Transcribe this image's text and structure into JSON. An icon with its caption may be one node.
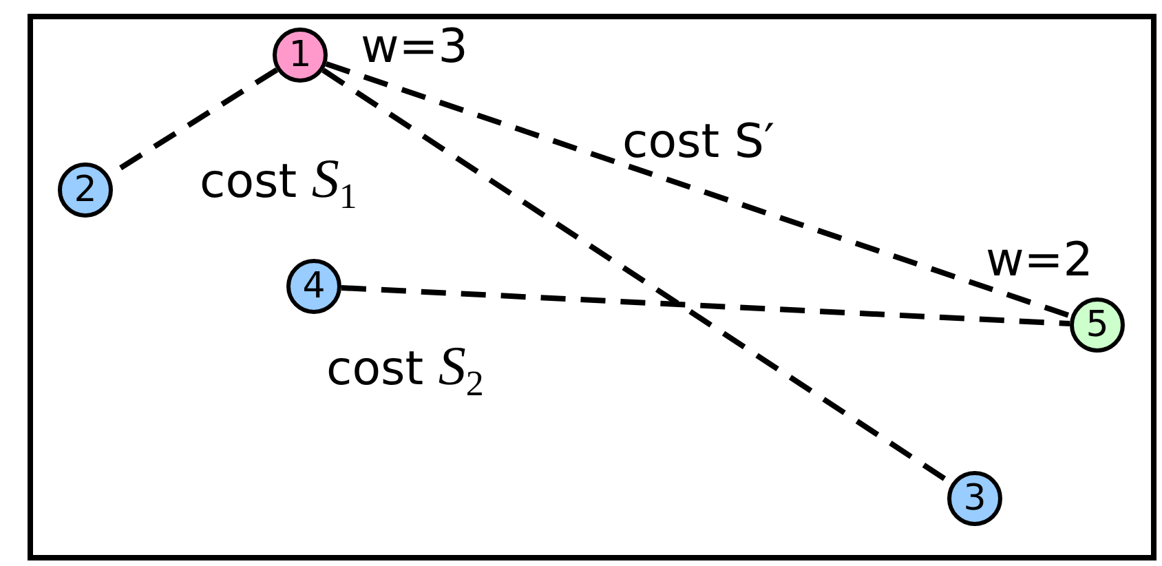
{
  "diagram": {
    "nodes": [
      {
        "text": [
          "1"
        ],
        "beside": [
          "w=3"
        ]
      },
      {
        "text": [
          "2"
        ]
      },
      {
        "text": [
          "4"
        ]
      },
      {
        "text": [
          "5"
        ],
        "beside": [
          "w=2"
        ]
      },
      {
        "text": [
          "3"
        ]
      }
    ],
    "edges": [
      {
        "from": 0,
        "to": 1,
        "arrow": "none",
        "style": "dashed"
      },
      {
        "from": 0,
        "to": 3,
        "arrow": "none",
        "style": "dashed"
      },
      {
        "from": 0,
        "to": 4,
        "arrow": "none",
        "style": "dashed"
      },
      {
        "from": 2,
        "to": 3,
        "arrow": "none",
        "style": "dashed"
      }
    ],
    "labels": [
      "cost *S*$_{1}$",
      "cost S′",
      "cost *S*$_{2}$"
    ]
  }
}
